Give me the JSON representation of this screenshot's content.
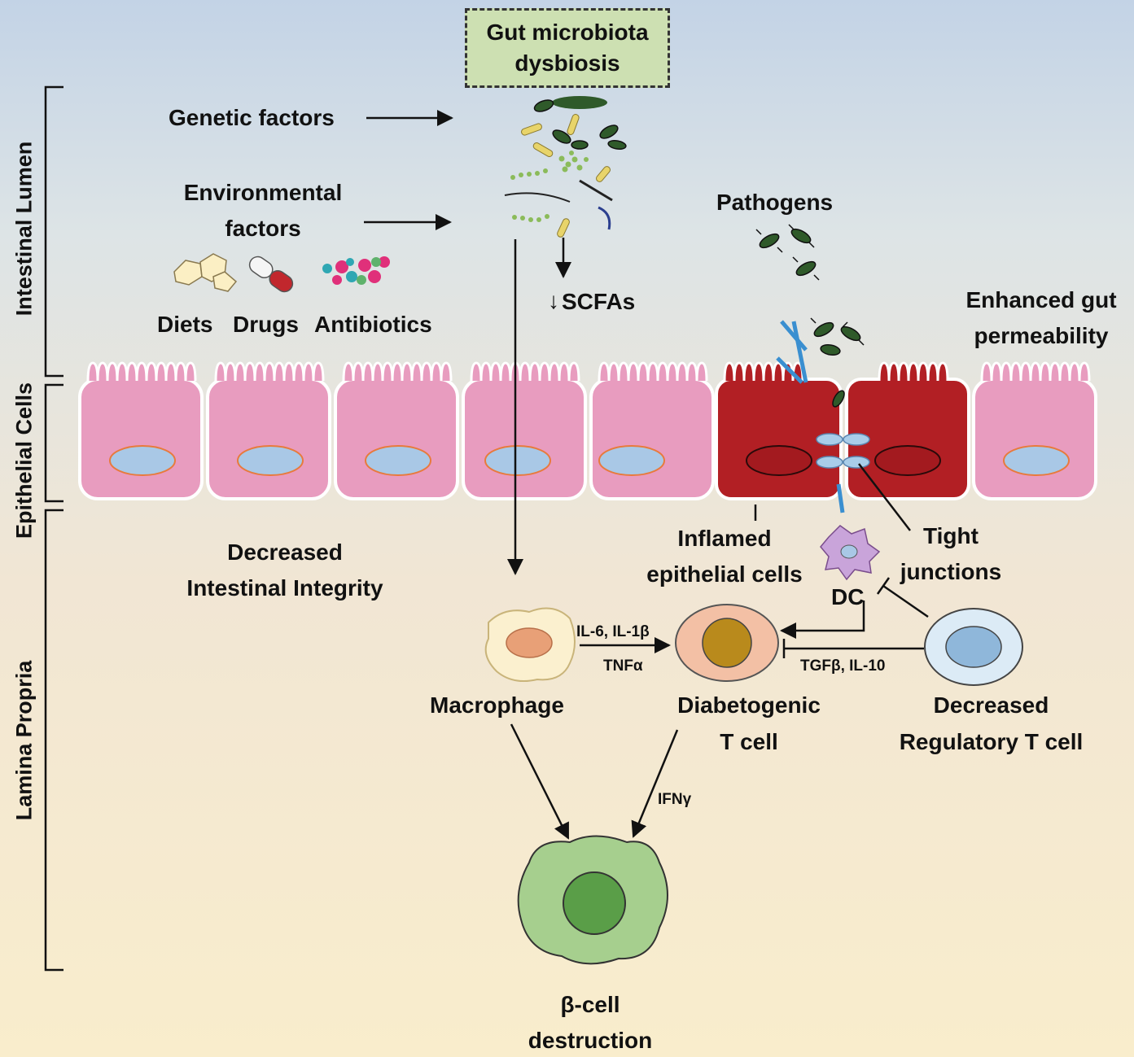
{
  "dysbiosis_box": {
    "line1": "Gut microbiota",
    "line2": "dysbiosis"
  },
  "regions": {
    "lumen": "Intestinal Lumen",
    "epithelial": "Epithelial Cells",
    "lamina": "Lamina Propria"
  },
  "factors": {
    "genetic": "Genetic factors",
    "environmental_line1": "Environmental",
    "environmental_line2": "factors",
    "diets": "Diets",
    "drugs": "Drugs",
    "antibiotics": "Antibiotics"
  },
  "scfas": {
    "arrow": "↓",
    "label": "SCFAs"
  },
  "pathogens": "Pathogens",
  "permeability": {
    "line1": "Enhanced gut",
    "line2": "permeability"
  },
  "integrity": {
    "line1": "Decreased",
    "line2": "Intestinal Integrity"
  },
  "inflamed": {
    "line1": "Inflamed",
    "line2": "epithelial cells"
  },
  "tight_junctions": {
    "line1": "Tight",
    "line2": "junctions"
  },
  "dc": "DC",
  "cytokines": {
    "il6_il1b": "IL-6, IL-1β",
    "tnfa": "TNFα",
    "tgfb_il10": "TGFβ, IL-10",
    "ifng": "IFNγ"
  },
  "cells": {
    "macrophage": "Macrophage",
    "t_cell_line1": "Diabetogenic",
    "t_cell_line2": "T cell",
    "treg_line1": "Decreased",
    "treg_line2": "Regulatory T cell"
  },
  "outcome": {
    "line1": "β-cell",
    "line2": "destruction"
  },
  "colors": {
    "normal_cell": "#e89cbf",
    "inflamed_cell": "#b21f24",
    "nucleus": "#a9c8e6",
    "dysbiosis_box": "#cde0b2",
    "bacteria": "#2f5a2a",
    "beta_cell": "#a6cf8e"
  }
}
